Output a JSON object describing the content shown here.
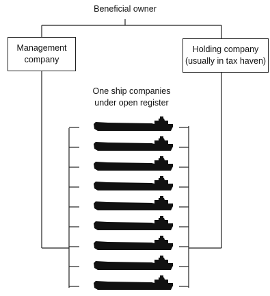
{
  "diagram": {
    "top_label": "Beneficial owner",
    "left_box": {
      "line1": "Management",
      "line2": "company"
    },
    "right_box": {
      "line1": "Holding company",
      "line2": "(usually in tax haven)"
    },
    "middle_label": {
      "line1": "One ship companies",
      "line2": "under open register"
    },
    "ship_count": 9,
    "colors": {
      "line": "#222222",
      "ship": "#111111",
      "background": "#ffffff"
    }
  }
}
